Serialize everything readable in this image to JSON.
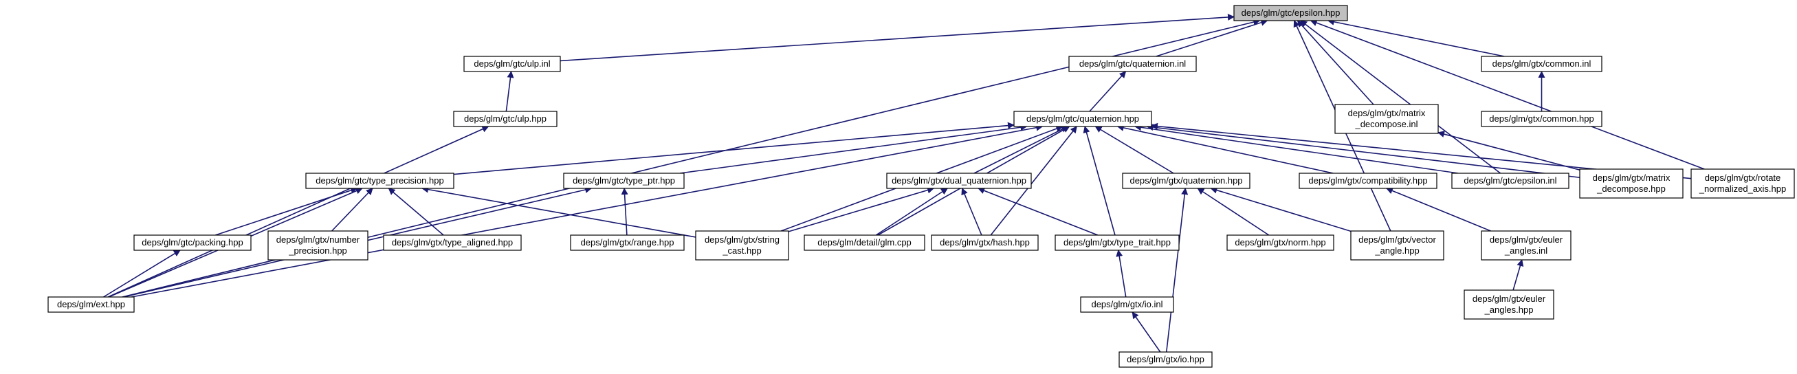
{
  "graph": {
    "nodes": [
      {
        "id": "root",
        "lines": [
          "deps/glm/gtc/epsilon.hpp"
        ],
        "root": true
      },
      {
        "id": "ulp_inl",
        "lines": [
          "deps/glm/gtc/ulp.inl"
        ]
      },
      {
        "id": "quat_inl",
        "lines": [
          "deps/glm/gtc/quaternion.inl"
        ]
      },
      {
        "id": "matdec_inl",
        "lines": [
          "deps/glm/gtx/matrix",
          "_decompose.inl"
        ]
      },
      {
        "id": "common_inl",
        "lines": [
          "deps/glm/gtx/common.inl"
        ]
      },
      {
        "id": "ulp_hpp",
        "lines": [
          "deps/glm/gtc/ulp.hpp"
        ]
      },
      {
        "id": "quat_hpp",
        "lines": [
          "deps/glm/gtc/quaternion.hpp"
        ]
      },
      {
        "id": "common_hpp",
        "lines": [
          "deps/glm/gtx/common.hpp"
        ]
      },
      {
        "id": "typeprec",
        "lines": [
          "deps/glm/gtc/type_precision.hpp"
        ]
      },
      {
        "id": "typeptr",
        "lines": [
          "deps/glm/gtc/type_ptr.hpp"
        ]
      },
      {
        "id": "dualquat",
        "lines": [
          "deps/glm/gtx/dual_quaternion.hpp"
        ]
      },
      {
        "id": "gtxquat",
        "lines": [
          "deps/glm/gtx/quaternion.hpp"
        ]
      },
      {
        "id": "compat",
        "lines": [
          "deps/glm/gtx/compatibility.hpp"
        ]
      },
      {
        "id": "eps_inl",
        "lines": [
          "deps/glm/gtc/epsilon.inl"
        ]
      },
      {
        "id": "matdec_hpp",
        "lines": [
          "deps/glm/gtx/matrix",
          "_decompose.hpp"
        ]
      },
      {
        "id": "rotnorm",
        "lines": [
          "deps/glm/gtx/rotate",
          "_normalized_axis.hpp"
        ]
      },
      {
        "id": "packing",
        "lines": [
          "deps/glm/gtc/packing.hpp"
        ]
      },
      {
        "id": "numprec",
        "lines": [
          "deps/glm/gtx/number",
          "_precision.hpp"
        ]
      },
      {
        "id": "typealigned",
        "lines": [
          "deps/glm/gtx/type_aligned.hpp"
        ]
      },
      {
        "id": "range",
        "lines": [
          "deps/glm/gtx/range.hpp"
        ]
      },
      {
        "id": "strcast",
        "lines": [
          "deps/glm/gtx/string",
          "_cast.hpp"
        ]
      },
      {
        "id": "glmcpp",
        "lines": [
          "deps/glm/detail/glm.cpp"
        ]
      },
      {
        "id": "hash",
        "lines": [
          "deps/glm/gtx/hash.hpp"
        ]
      },
      {
        "id": "typetrait",
        "lines": [
          "deps/glm/gtx/type_trait.hpp"
        ]
      },
      {
        "id": "norm",
        "lines": [
          "deps/glm/gtx/norm.hpp"
        ]
      },
      {
        "id": "vecangle",
        "lines": [
          "deps/glm/gtx/vector",
          "_angle.hpp"
        ]
      },
      {
        "id": "euler_inl",
        "lines": [
          "deps/glm/gtx/euler",
          "_angles.inl"
        ]
      },
      {
        "id": "ext",
        "lines": [
          "deps/glm/ext.hpp"
        ]
      },
      {
        "id": "io_inl",
        "lines": [
          "deps/glm/gtx/io.inl"
        ]
      },
      {
        "id": "euler_hpp",
        "lines": [
          "deps/glm/gtx/euler",
          "_angles.hpp"
        ]
      },
      {
        "id": "io_hpp",
        "lines": [
          "deps/glm/gtx/io.hpp"
        ]
      }
    ],
    "edges": [
      [
        "ulp_inl",
        "root"
      ],
      [
        "quat_inl",
        "root"
      ],
      [
        "matdec_inl",
        "root"
      ],
      [
        "common_inl",
        "root"
      ],
      [
        "ext",
        "root"
      ],
      [
        "eps_inl",
        "root"
      ],
      [
        "vecangle",
        "root"
      ],
      [
        "rotnorm",
        "root"
      ],
      [
        "ulp_hpp",
        "ulp_inl"
      ],
      [
        "quat_hpp",
        "quat_inl"
      ],
      [
        "common_hpp",
        "common_inl"
      ],
      [
        "matdec_hpp",
        "matdec_inl"
      ],
      [
        "ext",
        "ulp_hpp"
      ],
      [
        "typeprec",
        "quat_hpp"
      ],
      [
        "typeptr",
        "quat_hpp"
      ],
      [
        "dualquat",
        "quat_hpp"
      ],
      [
        "gtxquat",
        "quat_hpp"
      ],
      [
        "compat",
        "quat_hpp"
      ],
      [
        "eps_inl",
        "quat_hpp"
      ],
      [
        "matdec_hpp",
        "quat_hpp"
      ],
      [
        "rotnorm",
        "quat_hpp"
      ],
      [
        "ext",
        "quat_hpp"
      ],
      [
        "strcast",
        "quat_hpp"
      ],
      [
        "glmcpp",
        "quat_hpp"
      ],
      [
        "hash",
        "quat_hpp"
      ],
      [
        "typetrait",
        "quat_hpp"
      ],
      [
        "packing",
        "typeprec"
      ],
      [
        "numprec",
        "typeprec"
      ],
      [
        "typealigned",
        "typeprec"
      ],
      [
        "ext",
        "typeprec"
      ],
      [
        "strcast",
        "typeprec"
      ],
      [
        "range",
        "typeptr"
      ],
      [
        "ext",
        "typeptr"
      ],
      [
        "strcast",
        "dualquat"
      ],
      [
        "glmcpp",
        "dualquat"
      ],
      [
        "hash",
        "dualquat"
      ],
      [
        "typetrait",
        "dualquat"
      ],
      [
        "norm",
        "gtxquat"
      ],
      [
        "vecangle",
        "gtxquat"
      ],
      [
        "io_hpp",
        "gtxquat"
      ],
      [
        "euler_inl",
        "compat"
      ],
      [
        "ext",
        "packing"
      ],
      [
        "io_inl",
        "typetrait"
      ],
      [
        "io_hpp",
        "io_inl"
      ],
      [
        "euler_hpp",
        "euler_inl"
      ]
    ]
  }
}
